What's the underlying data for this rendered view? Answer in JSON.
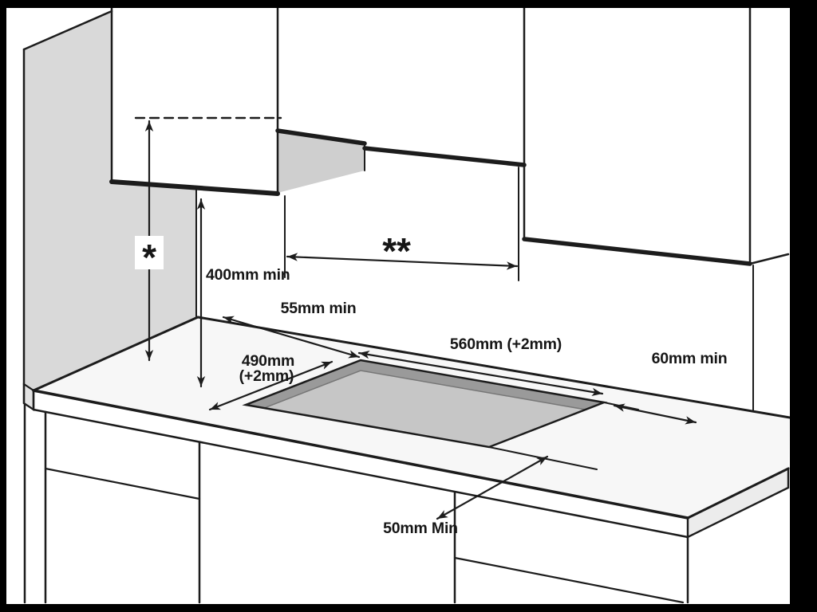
{
  "figure": {
    "labels": {
      "hood_height_symbol": "*",
      "recess_width_symbol": "**",
      "worktop_to_cabinet": "400mm min",
      "rear_clearance": "55mm min",
      "cutout_width": "560mm (+2mm)",
      "cutout_depth_line1": "490mm",
      "cutout_depth_line2": "(+2mm)",
      "side_clearance": "60mm min",
      "front_clearance": "50mm Min"
    },
    "colors": {
      "ink": "#1c1c1c",
      "paper": "#ffffff",
      "frame": "#000000",
      "shade_side_wall": "#d9d9d9",
      "shade_recess_panel": "#cfcfcf",
      "cutout_wall": "#9a9a9a",
      "cutout_floor": "#c6c6c6"
    }
  }
}
